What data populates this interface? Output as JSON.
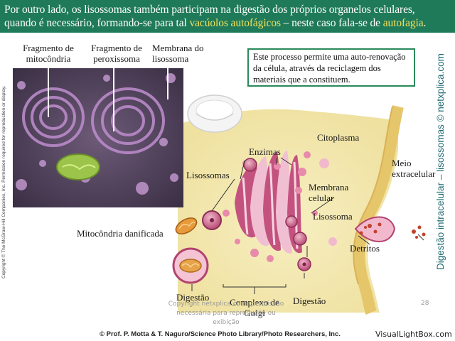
{
  "header": {
    "line1": "Por outro lado, os lisossomas também participam na digestão dos próprios organelos celulares,",
    "line2_a": "quando é necessário, formando-se para tal ",
    "line2_hl1": "vacúolos autofágicos",
    "line2_b": " – neste caso fala-se de ",
    "line2_hl2": "autofagia",
    "line2_c": "."
  },
  "info_box": {
    "line1": "Este processo permite uma auto-renovação",
    "line2": "da célula, através da reciclagem dos",
    "line3": "materiais que a constituem."
  },
  "micrograph_labels": {
    "mito_1": "Fragmento de",
    "mito_2": "mitocôndria",
    "perox_1": "Fragmento de",
    "perox_2": "peroxissoma",
    "memb_1": "Membrana do",
    "memb_2": "lisossoma"
  },
  "diagram_labels": {
    "citoplasma": "Citoplasma",
    "meio_1": "Meio",
    "meio_2": "extracelular",
    "enzimas": "Enzimas",
    "lisossomas": "Lisossomas",
    "membrana_1": "Membrana",
    "membrana_2": "celular",
    "lisossoma": "Lisossoma",
    "detritos": "Detritos",
    "mito_danificada": "Mitocôndria danificada",
    "digestao_1": "Digestão",
    "complexo_1": "Complexo de",
    "complexo_2": "Golgi",
    "digestao_2": "Digestão"
  },
  "side_title": "Digestão intracelular – lisossomas © netxplica.com",
  "left_copyright": "Copyright © The McGraw-Hill Companies, Inc. Permission required for reproduction or display.",
  "footer": {
    "note": "Copyright netxplica.com: permissão necessária para reprodução ou exibição",
    "page": "28",
    "credit": "© Prof. P. Motta & T. Naguro/Science Photo Library/Photo Researchers, Inc.",
    "watermark": "VisualLightBox.com"
  },
  "colors": {
    "header_bg": "#1f7a5a",
    "highlight": "#f3e25a",
    "golgi": "#a8356b",
    "lysosome": "#b2436f",
    "cell_bg": "#f2e6a6",
    "side_title": "#1f6b73"
  }
}
